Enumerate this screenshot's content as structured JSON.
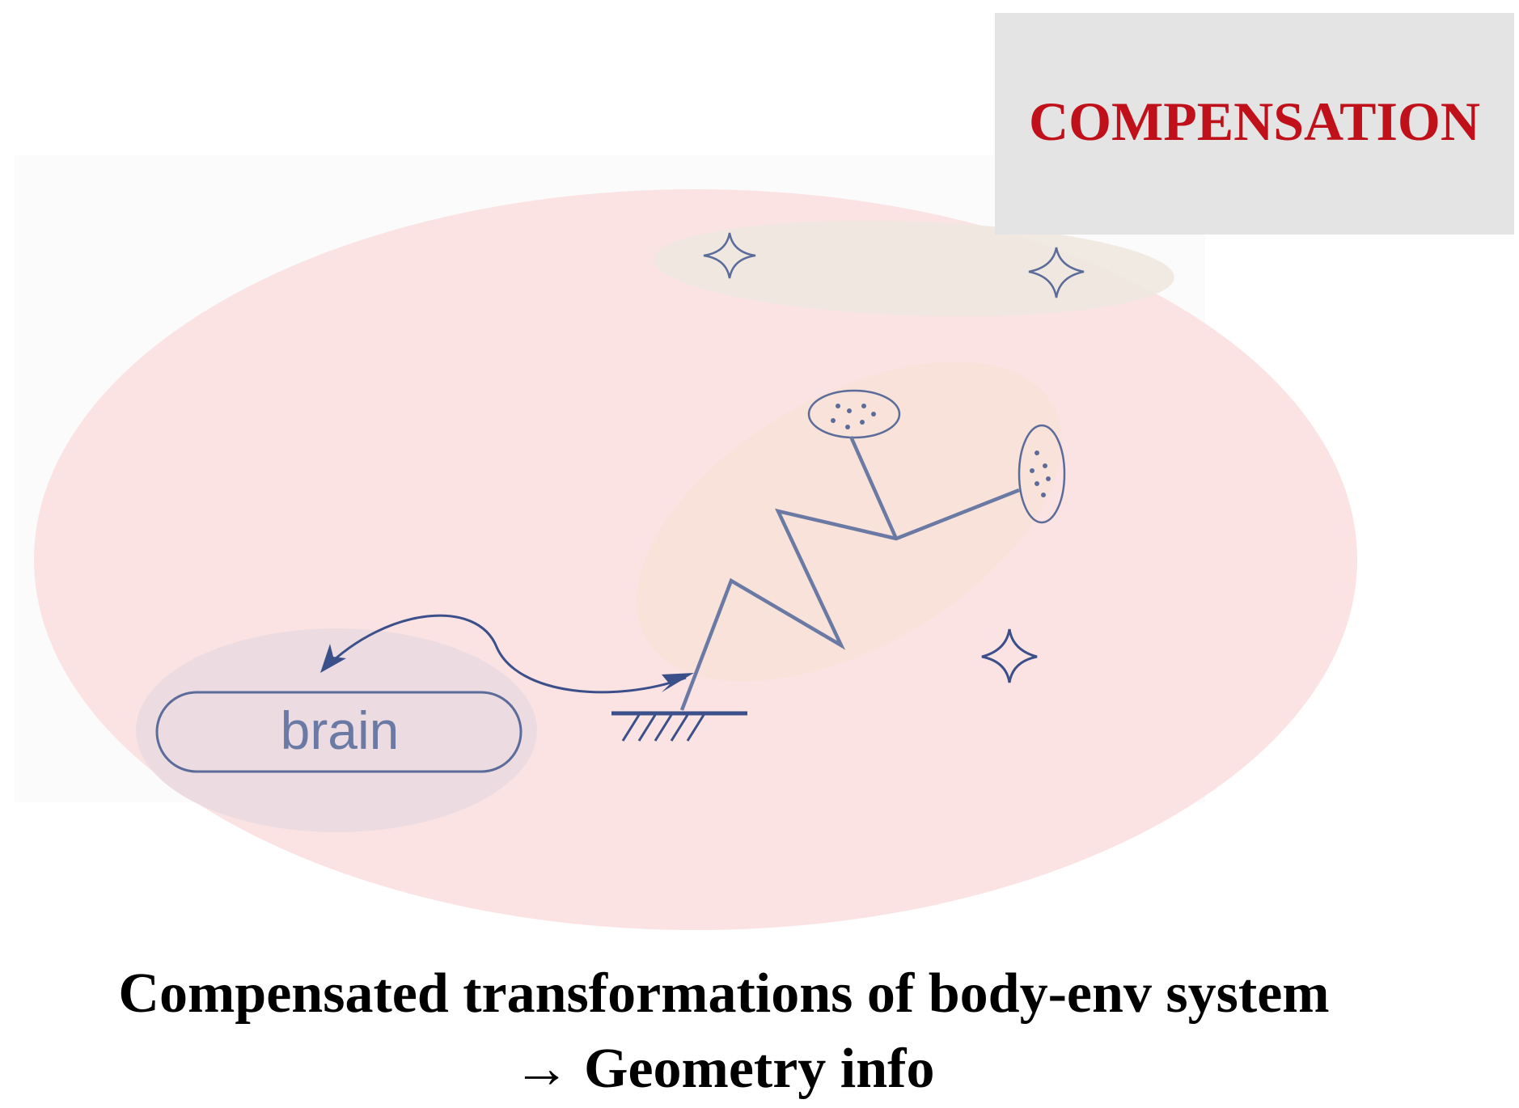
{
  "badge": {
    "label": "COMPENSATION",
    "text_color": "#c0101a",
    "box_color": "#e4e4e4"
  },
  "brain_label": "brain",
  "caption": {
    "line1": "Compensated transformations of body-env system",
    "line2": "→ Geometry info"
  },
  "colors": {
    "environment_region": "#fbe3e4",
    "body_region": "#f9e2d9",
    "brain_region": "#ecdce2",
    "stars_region": "#eee8df",
    "ink": "#5b6c9b"
  },
  "icons": [
    "star-icon",
    "star-icon",
    "star-icon",
    "ground-hatch-icon",
    "sensor-ellipse-icon",
    "arrow-icon"
  ]
}
